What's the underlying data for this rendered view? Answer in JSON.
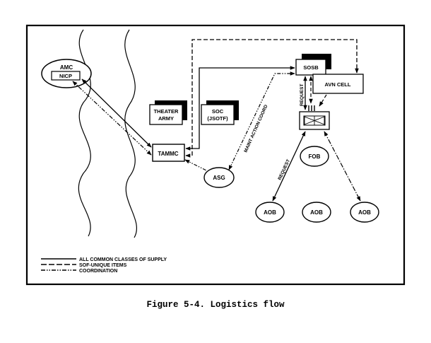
{
  "nodes": {
    "amc": "AMC",
    "nicp": "NICP",
    "theater_army_1": "THEATER",
    "theater_army_2": "ARMY",
    "soc_1": "SOC",
    "soc_2": "(JSOTF)",
    "tammc": "TAMMC",
    "asg": "ASG",
    "sosb": "SOSB",
    "avn_cell": "AVN CELL",
    "fob": "FOB",
    "aob": "AOB"
  },
  "edge_labels": {
    "maint_action_coord": "MAINT ACTION COORD",
    "request": "REQUEST"
  },
  "legend": [
    {
      "style": "solid",
      "label": "ALL COMMON CLASSES OF SUPPLY"
    },
    {
      "style": "dashed",
      "label": "SOF-UNIQUE ITEMS"
    },
    {
      "style": "dashdotdot",
      "label": "COORDINATION"
    }
  ],
  "caption": "Figure 5-4.  Logistics flow"
}
